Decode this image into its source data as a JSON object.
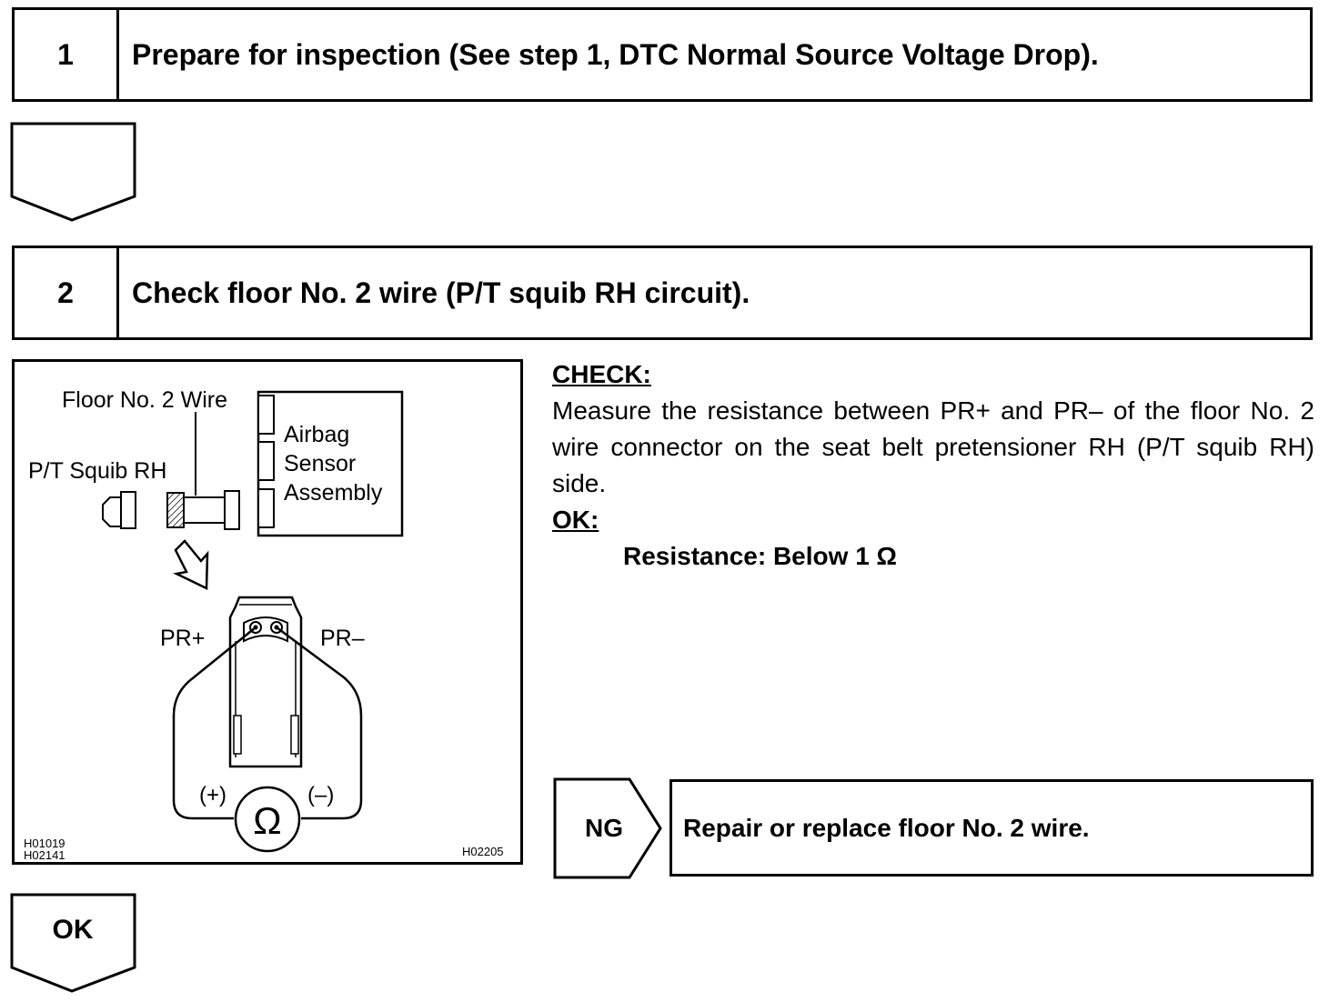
{
  "step1": {
    "number": "1",
    "title": "Prepare for inspection (See step 1, DTC Normal Source Voltage Drop)."
  },
  "step2": {
    "number": "2",
    "title": "Check floor No. 2 wire (P/T squib RH circuit)."
  },
  "figure": {
    "floor_wire_label": "Floor No. 2 Wire",
    "squib_label": "P/T Squib RH",
    "sensor_label_lines": [
      "Airbag",
      "Sensor",
      "Assembly"
    ],
    "pr_plus": "PR+",
    "pr_minus": "PR–",
    "meter_plus": "(+)",
    "meter_minus": "(–)",
    "meter_symbol": "Ω",
    "ref_codes_left": [
      "H01019",
      "H02141"
    ],
    "ref_code_right": "H02205"
  },
  "check": {
    "heading": "CHECK:",
    "text": "Measure the resistance between PR+ and PR– of the floor No. 2 wire connector on the seat belt pretensioner RH (P/T squib RH) side.",
    "ok_heading": "OK:",
    "ok_spec": "Resistance: Below 1 Ω"
  },
  "ng": {
    "label": "NG",
    "result": "Repair or replace floor No. 2 wire."
  },
  "ok_arrow_label": "OK"
}
